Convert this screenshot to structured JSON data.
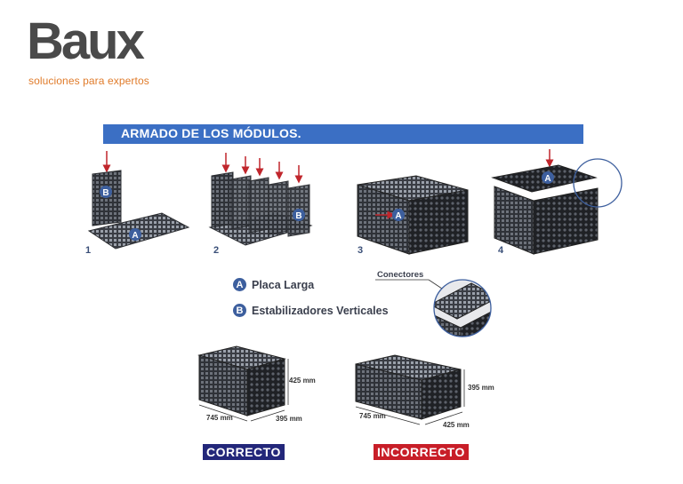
{
  "logo": {
    "word": "Baux",
    "tagline": "soluciones para expertos",
    "colors": {
      "text": "#4a4a4a",
      "accent": "#e07b2a"
    }
  },
  "header": {
    "title": "ARMADO DE LOS MÓDULOS.",
    "color": "#3b6fc4"
  },
  "steps": [
    {
      "number": "1",
      "badges": [
        "B",
        "A"
      ]
    },
    {
      "number": "2",
      "badges": [
        "B"
      ]
    },
    {
      "number": "3",
      "badges": [
        "A"
      ]
    },
    {
      "number": "4",
      "badges": [
        "A"
      ]
    }
  ],
  "legend": [
    {
      "letter": "A",
      "text": "Placa Larga"
    },
    {
      "letter": "B",
      "text": "Estabilizadores Verticales"
    }
  ],
  "connector_label": "Conectores",
  "examples": {
    "correct": {
      "label": "CORRECTO",
      "height": "425 mm",
      "length": "745 mm",
      "depth": "395 mm",
      "color": "#23277a"
    },
    "incorrect": {
      "label": "INCORRECTO",
      "height": "395 mm",
      "length": "745 mm",
      "depth": "425 mm",
      "color": "#c81e28"
    }
  }
}
